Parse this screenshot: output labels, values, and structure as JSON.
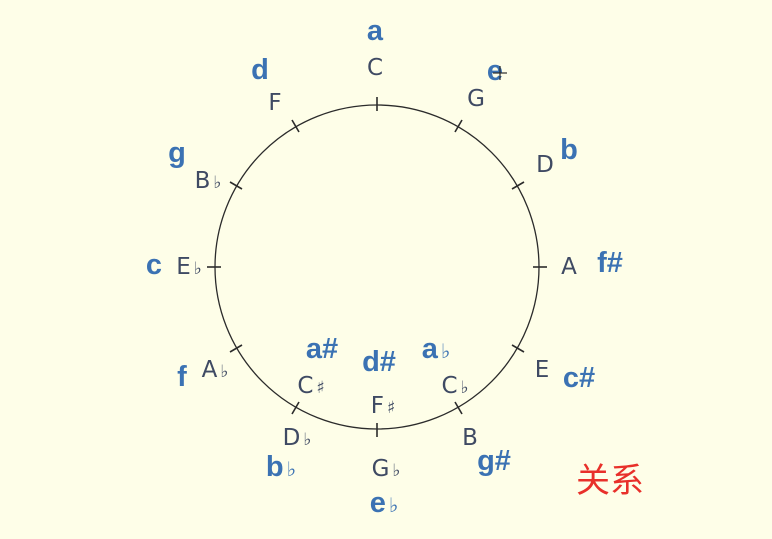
{
  "diagram": {
    "major_keys": [
      {
        "key": "C"
      },
      {
        "key": "G"
      },
      {
        "key": "D"
      },
      {
        "key": "A"
      },
      {
        "key": "E"
      },
      {
        "key": "B"
      },
      {
        "key": "G♭"
      },
      {
        "key": "D♭"
      },
      {
        "key": "A♭"
      },
      {
        "key": "E♭"
      },
      {
        "key": "B♭"
      },
      {
        "key": "F"
      }
    ],
    "inner_major_keys": [
      {
        "key": "C♭"
      },
      {
        "key": "F♯"
      },
      {
        "key": "C♯"
      }
    ],
    "minor_keys": [
      {
        "key": "a"
      },
      {
        "key": "e"
      },
      {
        "key": "b"
      },
      {
        "key": "f#"
      },
      {
        "key": "c#"
      },
      {
        "key": "g#"
      },
      {
        "key": "e♭"
      },
      {
        "key": "b♭"
      },
      {
        "key": "f"
      },
      {
        "key": "c"
      },
      {
        "key": "g"
      },
      {
        "key": "d"
      }
    ],
    "inner_minor_keys": [
      {
        "key": "a♭"
      },
      {
        "key": "d#"
      },
      {
        "key": "a#"
      }
    ],
    "relation_label": "关系",
    "colors": {
      "background": "#FEFEE8",
      "major_text": "#3F4A63",
      "minor_text": "#3B72B3",
      "relation_text": "#E8302A",
      "circle": "#2B2B2B"
    }
  }
}
